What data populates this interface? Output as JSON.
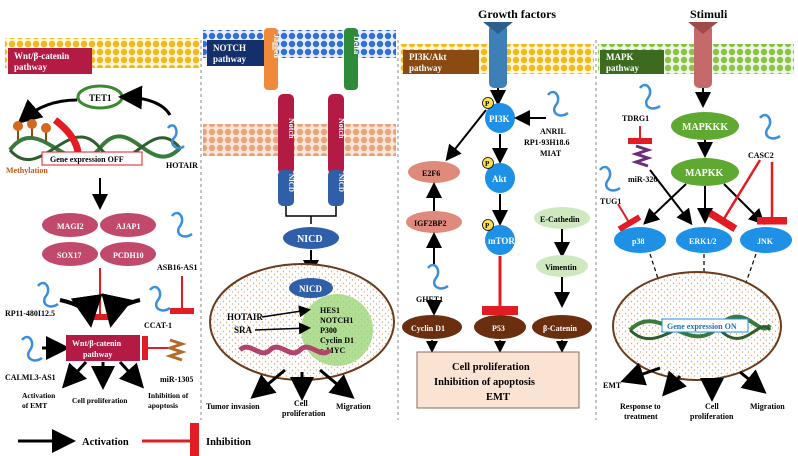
{
  "headers": {
    "growth_factors": "Growth factors",
    "stimuli": "Stimuli"
  },
  "pathways": {
    "wnt": {
      "label_line1": "Wnt/β-catenin",
      "label_line2": "pathway",
      "color": "#b31b45"
    },
    "notch": {
      "label_line1": "NOTCH",
      "label_line2": "pathway",
      "color": "#14306b"
    },
    "pi3k": {
      "label_line1": "PI3K/Akt",
      "label_line2": "pathway",
      "color": "#8a4a12"
    },
    "mapk": {
      "label_line1": "MAPK",
      "label_line2": "pathway",
      "color": "#3c6b1f"
    }
  },
  "wnt": {
    "tet1": "TET1",
    "gene_expression_off": "Gene expression OFF",
    "methylation": "Methylation",
    "hotair": "HOTAIR",
    "ellipses": [
      "MAGI2",
      "AJAP1",
      "SOX17",
      "PCDH10"
    ],
    "asb16": "ASB16-AS1",
    "rp11": "RP11-480I12.5",
    "ccat1": "CCAT-1",
    "calml3": "CALML3-AS1",
    "mir1305": "miR-1305",
    "center_line1": "Wnt/β-catenin",
    "center_line2": "pathway",
    "outcomes": [
      "Activation",
      "of EMT",
      "Cell proliferation",
      "Inhibition of",
      "apoptosis"
    ]
  },
  "notch": {
    "jagged": "Jagged",
    "delta": "Delta",
    "notch_left": "Notch",
    "notch_right": "Notch",
    "nicd_left": "NICD",
    "nicd_right": "NICD",
    "nicd_main": "NICD",
    "nicd_nucleus": "NICD",
    "hotair": "HOTAIR",
    "sra": "SRA",
    "targets": [
      "HES1",
      "NOTCH1",
      "P300",
      "Cyclin D1",
      "c-MYC"
    ],
    "outcomes": [
      "Tumor invasion",
      "Cell",
      "proliferation",
      "Migration"
    ]
  },
  "pi3k": {
    "pi3k": "PI3K",
    "akt": "Akt",
    "mtor": "mTOR",
    "p_label": "P",
    "anril": "ANRIL",
    "rp1": "RP1-93H18.6",
    "miat": "MIAT",
    "e2f6": "E2F6",
    "igf2bp2": "IGF2BP2",
    "ghet1": "GHET1",
    "ecadherin": "E-Cathedin",
    "vimentin": "Vimentin",
    "cyclin_d1": "Cyclin D1",
    "p53": "P53",
    "bcatenin": "β-Catenin",
    "result": [
      "Cell proliferation",
      "Inhibition of apoptosis",
      "EMT"
    ]
  },
  "mapk": {
    "tdrg1": "TDRG1",
    "mir326": "miR-326",
    "tug1": "TUG1",
    "casc2": "CASC2",
    "mapkkk": "MAPKKK",
    "mapkk": "MAPKK",
    "p38": "p38",
    "erk": "ERK1/2",
    "jnk": "JNK",
    "gene_expression_on": "Gene expression ON",
    "outcomes": [
      "EMT",
      "Response to",
      "treatment",
      "Cell",
      "proliferation",
      "Migration"
    ]
  },
  "legend": {
    "activation": "Activation",
    "inhibition": "Inhibition"
  },
  "colors": {
    "inhibit": "#e31b23",
    "ellipse_pink": "#c14a6c",
    "ellipse_blue": "#1e90e6",
    "mapk_green": "#5fa832",
    "brown": "#6b2f10",
    "salmon": "#e08a7c",
    "light_green": "#cfe8c0",
    "result_box": "#fbe3d3"
  }
}
